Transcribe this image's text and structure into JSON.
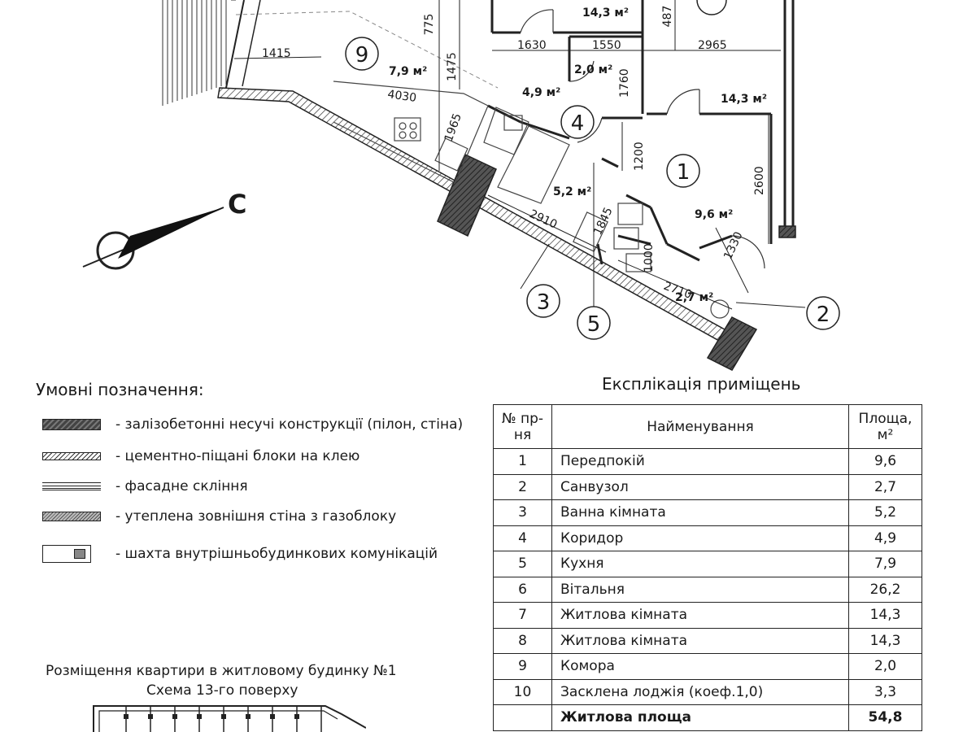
{
  "plan": {
    "compass_letter": "С",
    "room_numbers": [
      "1",
      "2",
      "3",
      "4",
      "5",
      "9"
    ],
    "areas": {
      "room7": "14,3 м²",
      "room5": "7,9 м²",
      "room9": "2,0 м²",
      "room4": "4,9 м²",
      "room8": "14,3 м²",
      "room3": "5,2 м²",
      "room1": "9,6 м²",
      "room2": "2,7 м²"
    },
    "dimensions": [
      "775",
      "1415",
      "1475",
      "4030",
      "1965",
      "1630",
      "1550",
      "1760",
      "2965",
      "487",
      "1200",
      "2600",
      "1845",
      "2910",
      "1330",
      "1000",
      "2710"
    ]
  },
  "legend": {
    "title": "Умовні позначення:",
    "items": [
      "- залізобетонні несучі конструкції (пілон, стіна)",
      "- цементно-піщані блоки на клею",
      "- фасадне скління",
      "- утеплена зовнішня стіна з газоблоку",
      "- шахта внутрішньобудинкових комунікацій"
    ]
  },
  "explication": {
    "title": "Експлікація приміщень",
    "headers": {
      "num": "№ пр-ня",
      "name": "Найменування",
      "area": "Площа, м²"
    },
    "rows": [
      {
        "num": "1",
        "name": "Передпокій",
        "area": "9,6"
      },
      {
        "num": "2",
        "name": "Санвузол",
        "area": "2,7"
      },
      {
        "num": "3",
        "name": "Ванна кімната",
        "area": "5,2"
      },
      {
        "num": "4",
        "name": "Коридор",
        "area": "4,9"
      },
      {
        "num": "5",
        "name": "Кухня",
        "area": "7,9"
      },
      {
        "num": "6",
        "name": "Вітальня",
        "area": "26,2"
      },
      {
        "num": "7",
        "name": "Житлова кімната",
        "area": "14,3"
      },
      {
        "num": "8",
        "name": "Житлова кімната",
        "area": "14,3"
      },
      {
        "num": "9",
        "name": "Комора",
        "area": "2,0"
      },
      {
        "num": "10",
        "name": "Засклена лоджія (коеф.1,0)",
        "area": "3,3"
      }
    ],
    "total_row": {
      "name": "Житлова площа",
      "area": "54,8"
    }
  },
  "scheme": {
    "title_line1": "Розміщення квартири в житловому будинку №1",
    "title_line2": "Схема 13-го поверху"
  }
}
